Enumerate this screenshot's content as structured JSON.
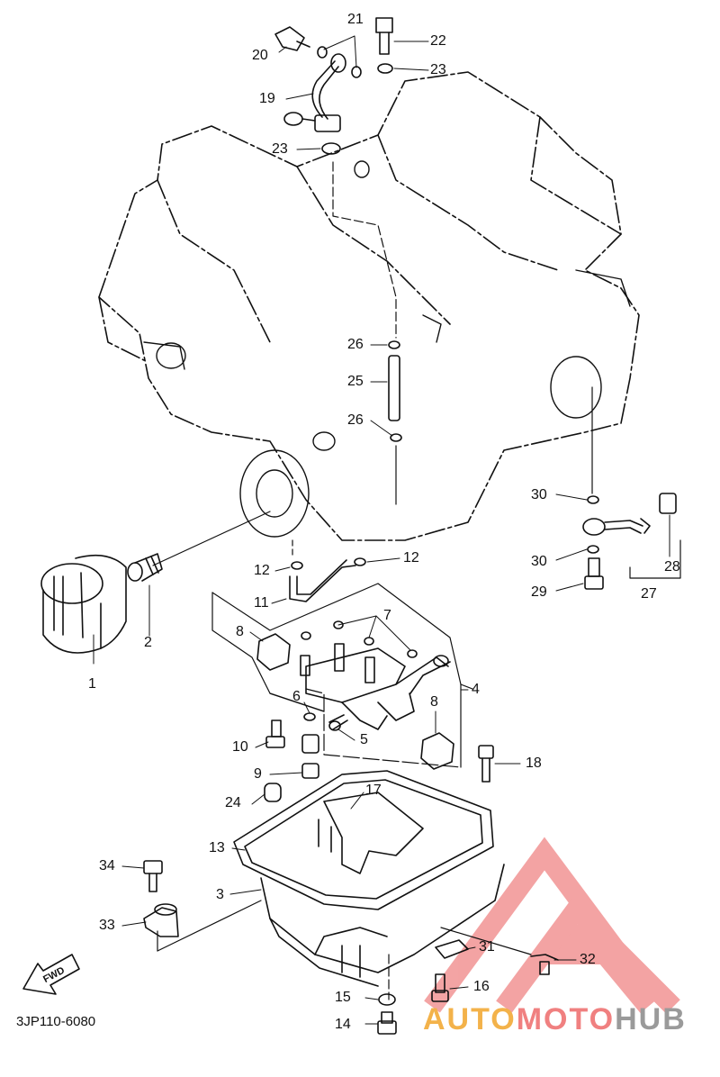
{
  "diagram": {
    "code": "3JP110-6080",
    "fwd_label": "FWD"
  },
  "watermark": {
    "part1": "AUTO",
    "part2": "MOTO",
    "part3": "HUB",
    "colors": {
      "auto": "#f3b24a",
      "moto": "#f08080",
      "hub": "#9a9a9a",
      "triangle": "#f29a9a"
    }
  },
  "parts": {
    "p1": "1",
    "p2": "2",
    "p3": "3",
    "p4": "4",
    "p5": "5",
    "p6": "6",
    "p7": "7",
    "p8a": "8",
    "p8b": "8",
    "p9": "9",
    "p10": "10",
    "p11": "11",
    "p12a": "12",
    "p12b": "12",
    "p13": "13",
    "p14": "14",
    "p15": "15",
    "p16": "16",
    "p17": "17",
    "p18": "18",
    "p19": "19",
    "p20": "20",
    "p21": "21",
    "p22": "22",
    "p23a": "23",
    "p23b": "23",
    "p24": "24",
    "p25": "25",
    "p26a": "26",
    "p26b": "26",
    "p27": "27",
    "p28": "28",
    "p29": "29",
    "p30a": "30",
    "p30b": "30",
    "p31": "31",
    "p32": "32",
    "p33": "33",
    "p34": "34"
  }
}
